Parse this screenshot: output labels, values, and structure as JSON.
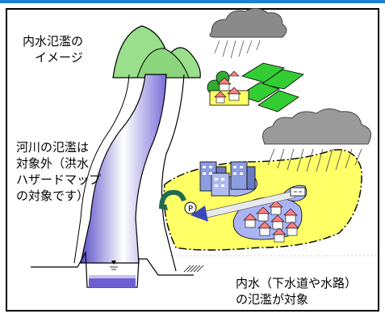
{
  "labels": {
    "inland_flood": "内水氾濫の\n　イメージ",
    "river_flood": "河川の氾濫は\n対象外（洪水\nハザードマップ\nの対象です）",
    "inland_target": "内水（下水道や水路）\nの氾濫が対象"
  },
  "pump_letter": "P",
  "colors": {
    "river": "#c9c3f2",
    "river_dark": "#6d5fd0",
    "inundation": "#ffff66",
    "flood_water": "#aab4f5",
    "mountain": "#9ae08c",
    "field": "#33cc33",
    "roof": "#ff8080",
    "building": "#8c9ce0",
    "topbar": "#1f7fd0"
  },
  "icons": [
    "mountain-icon",
    "rain-cloud-icon",
    "house-icon",
    "building-icon",
    "pump-icon",
    "water-level-icon"
  ]
}
